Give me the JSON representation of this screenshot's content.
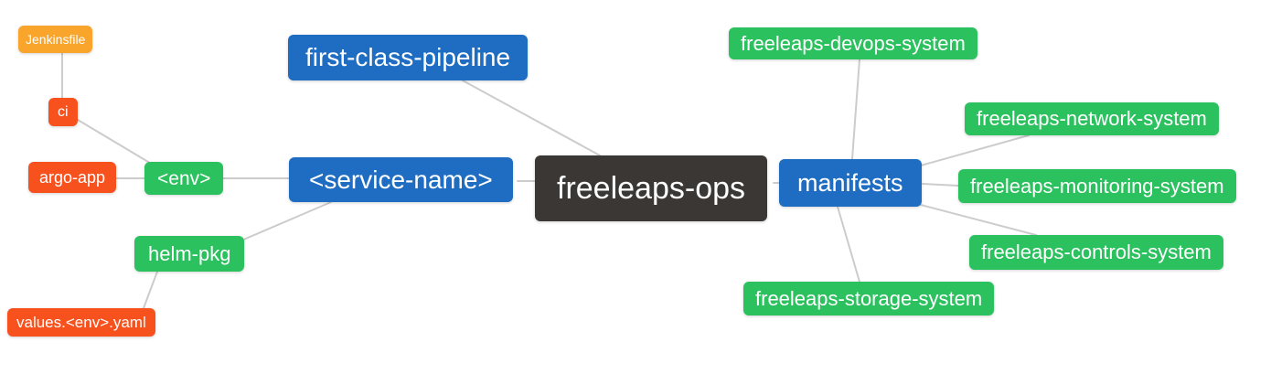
{
  "palette": {
    "blue": "#1E6DC2",
    "green": "#2BC15E",
    "orange": "#F9A42B",
    "red": "#F7511E",
    "dark": "#3B3734",
    "edge_line": "#CCCCCC",
    "node_text": "#FFFFFF",
    "background": "#FFFFFF"
  },
  "mindmap": {
    "type": "mindmap-diagram",
    "root_label": "freeleaps-ops",
    "nodes": [
      {
        "id": "jenkinsfile",
        "label": "Jenkinsfile",
        "color": "orange"
      },
      {
        "id": "ci",
        "label": "ci",
        "color": "red"
      },
      {
        "id": "argo-app",
        "label": "argo-app",
        "color": "red"
      },
      {
        "id": "env",
        "label": "<env>",
        "color": "green"
      },
      {
        "id": "first-class-pipeline",
        "label": "first-class-pipeline",
        "color": "blue"
      },
      {
        "id": "service-name",
        "label": "<service-name>",
        "color": "blue"
      },
      {
        "id": "helm-pkg",
        "label": "helm-pkg",
        "color": "green"
      },
      {
        "id": "values-env-yaml",
        "label": "values.<env>.yaml",
        "color": "red"
      },
      {
        "id": "freeleaps-ops",
        "label": "freeleaps-ops",
        "color": "dark"
      },
      {
        "id": "manifests",
        "label": "manifests",
        "color": "blue"
      },
      {
        "id": "freeleaps-devops-system",
        "label": "freeleaps-devops-system",
        "color": "green"
      },
      {
        "id": "freeleaps-network-system",
        "label": "freeleaps-network-system",
        "color": "green"
      },
      {
        "id": "freeleaps-monitoring-system",
        "label": "freeleaps-monitoring-system",
        "color": "green"
      },
      {
        "id": "freeleaps-controls-system",
        "label": "freeleaps-controls-system",
        "color": "green"
      },
      {
        "id": "freeleaps-storage-system",
        "label": "freeleaps-storage-system",
        "color": "green"
      }
    ],
    "edges": [
      {
        "from": "jenkinsfile",
        "to": "ci"
      },
      {
        "from": "ci",
        "to": "env"
      },
      {
        "from": "argo-app",
        "to": "env"
      },
      {
        "from": "env",
        "to": "service-name"
      },
      {
        "from": "service-name",
        "to": "helm-pkg"
      },
      {
        "from": "helm-pkg",
        "to": "values-env-yaml"
      },
      {
        "from": "service-name",
        "to": "freeleaps-ops"
      },
      {
        "from": "first-class-pipeline",
        "to": "freeleaps-ops"
      },
      {
        "from": "freeleaps-ops",
        "to": "manifests"
      },
      {
        "from": "manifests",
        "to": "freeleaps-devops-system"
      },
      {
        "from": "manifests",
        "to": "freeleaps-network-system"
      },
      {
        "from": "manifests",
        "to": "freeleaps-monitoring-system"
      },
      {
        "from": "manifests",
        "to": "freeleaps-controls-system"
      },
      {
        "from": "manifests",
        "to": "freeleaps-storage-system"
      }
    ]
  }
}
